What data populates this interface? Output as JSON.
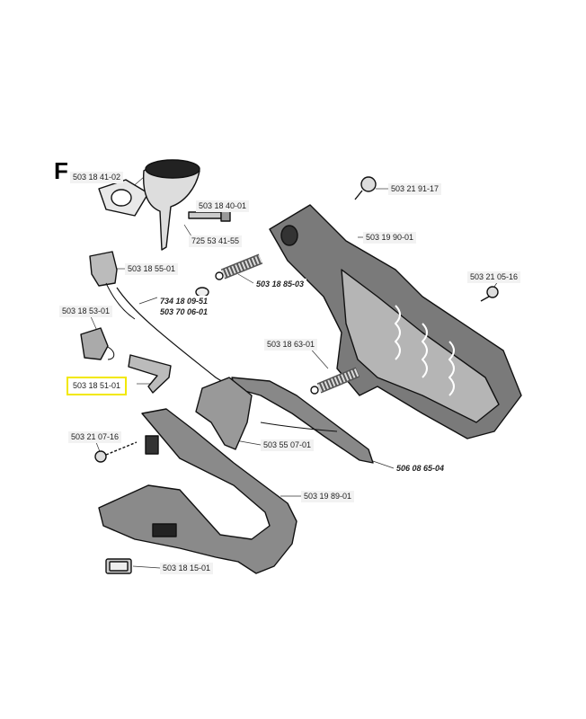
{
  "section": "F",
  "highlight_color": "#f2e800",
  "labels": {
    "p1": "503 18 41-02",
    "p2": "503 18 40-01",
    "p3": "725 53 41-55",
    "p4": "503 21 91-17",
    "p5": "503 19 90-01",
    "p6": "503 18 55-01",
    "p7": "503 18 85-03",
    "p8": "503 21 05-16",
    "p9": "734 18 09-51",
    "p10": "503 70 06-01",
    "p11": "503 18 53-01",
    "p12": "503 18 63-01",
    "p13": "503 18 51-01",
    "p14": "503 21 07-16",
    "p15": "503 55 07-01",
    "p16": "506 08 65-04",
    "p17": "503 19 89-01",
    "p18": "503 18 15-01"
  }
}
